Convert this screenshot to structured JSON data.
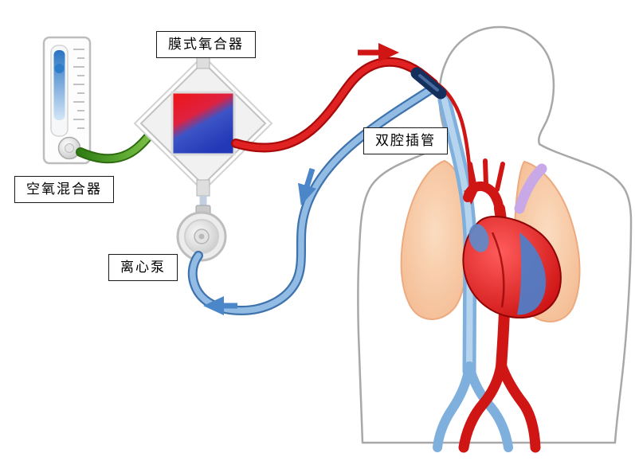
{
  "labels": {
    "membrane_oxygenator": "膜式氧合器",
    "air_oxygen_blender": "空氧混合器",
    "double_lumen_cannula": "双腔插管",
    "centrifugal_pump": "离心泵"
  },
  "icons": {
    "arterial_flow_arrow": "right-arrow",
    "venous_flow_arrow_down": "down-arrow",
    "venous_flow_arrow_left": "left-arrow",
    "cannula_return_arrow": "down-arrow"
  },
  "colors": {
    "arterial_red": "#d01515",
    "venous_blue": "#6fa4d8",
    "oxygen_tube_green": "#4e9a2a",
    "lung_peach": "#f2b488",
    "body_outline_gray": "#a8a8a8",
    "cannula_navy": "#16305e",
    "pulmonary_purple": "#c9a8e8"
  }
}
